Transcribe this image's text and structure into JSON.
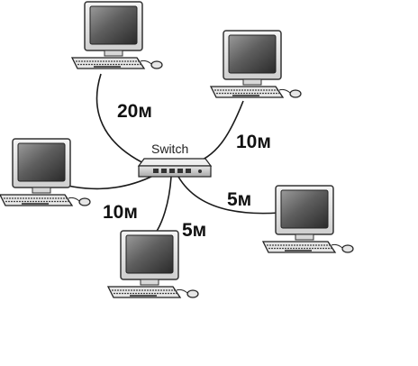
{
  "switch": {
    "label": "Switch"
  },
  "cables": [
    {
      "id": "top-left",
      "length_label": "20м"
    },
    {
      "id": "top-right",
      "length_label": "10м"
    },
    {
      "id": "left",
      "length_label": "10м"
    },
    {
      "id": "bottom",
      "length_label": "5м"
    },
    {
      "id": "bottom-right",
      "length_label": "5м"
    }
  ],
  "computers": [
    {
      "id": "top-left"
    },
    {
      "id": "top-right"
    },
    {
      "id": "left"
    },
    {
      "id": "bottom"
    },
    {
      "id": "bottom-right"
    }
  ]
}
